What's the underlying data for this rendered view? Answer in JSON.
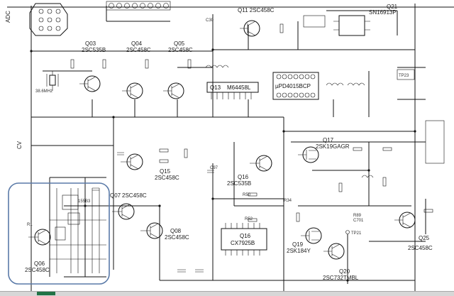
{
  "labels": {
    "adc": "ADC",
    "cv": "CV",
    "crystal": "38.6MHz",
    "chip_q11": "Q11 2SC458C",
    "q21": "Q21",
    "q21_part": "SN16913P",
    "q03": "Q03",
    "q03_part": "2SC535B",
    "q04": "Q04",
    "q04_part": "2SC458C",
    "q05": "Q05",
    "q05_part": "2SC458C",
    "q13": "Q13",
    "q13_part": "M64458L",
    "q14_part": "µPD4015BCP",
    "q17": "Q17",
    "q17_part": "2SK19GAGR",
    "q15": "Q15",
    "q15_part": "2SC458C",
    "q16_upper": "Q16",
    "q16_upper_part": "2SC535B",
    "q07": "Q07",
    "q07_part": "2SC458C",
    "q08": "Q08",
    "q08_part": "2SC458C",
    "q06": "Q06",
    "q06_part": "2SC458C",
    "q16_ic": "Q16",
    "q16_ic_part": "CX7925B",
    "q19": "Q19",
    "q19_part": "2SK184Y",
    "q20": "Q20",
    "q20_part": "2SC732TMBL",
    "q25": "Q25",
    "q25_part": "2SC458C",
    "tp21": "TP21",
    "r89": "R89",
    "c701": "C701",
    "tp23": "TP23",
    "c30": "C30",
    "c97": "C97",
    "r50": "R50",
    "r52": "R52",
    "r34": "R34",
    "mhz": "155B3",
    "r1": "R1"
  },
  "colors": {
    "ink": "#111111",
    "highlight": "#5a7aa8",
    "sheet_bar": "#d7d7d7",
    "active_tab": "#217346"
  }
}
